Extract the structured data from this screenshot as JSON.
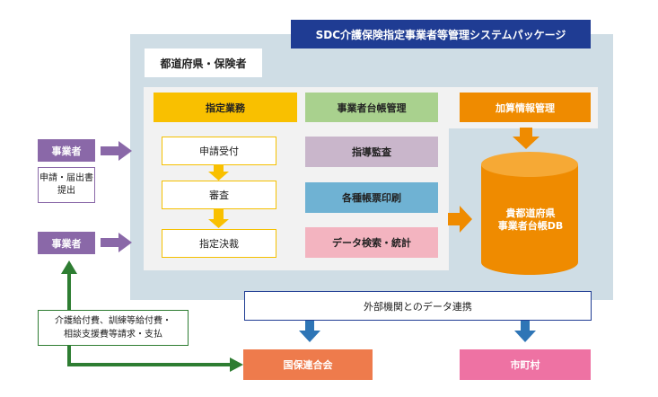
{
  "system_title": "SDC介護保険指定事業者等管理システムパッケージ",
  "region_label": "都道府県・保険者",
  "columns": {
    "shitei": "指定業務",
    "daicho": "事業者台帳管理",
    "kasan": "加算情報管理"
  },
  "steps": [
    "申請受付",
    "審査",
    "指定決裁"
  ],
  "functions": [
    "指導監査",
    "各種帳票印刷",
    "データ検索・統計"
  ],
  "database": {
    "line1": "貴都道府県",
    "line2": "事業者台帳DB"
  },
  "actors": {
    "top": "事業者",
    "bottom": "事業者"
  },
  "notes": {
    "application_line1": "申請・届出書",
    "application_line2": "提出"
  },
  "external_link": "外部機関とのデータ連携",
  "destinations": {
    "kokuho": "国保連合会",
    "shichoson": "市町村"
  },
  "claim": {
    "line1": "介護給付費、訓練等給付費・",
    "line2": "相談支援費等請求・支払"
  },
  "colors": {
    "navy": "#1f3c93",
    "yellow": "#f9c000",
    "green": "#a9d18e",
    "orange": "#ef8b00",
    "purple": "#8a68a8",
    "blue_arrow": "#2e75b6",
    "dark_green": "#2e7d32"
  }
}
